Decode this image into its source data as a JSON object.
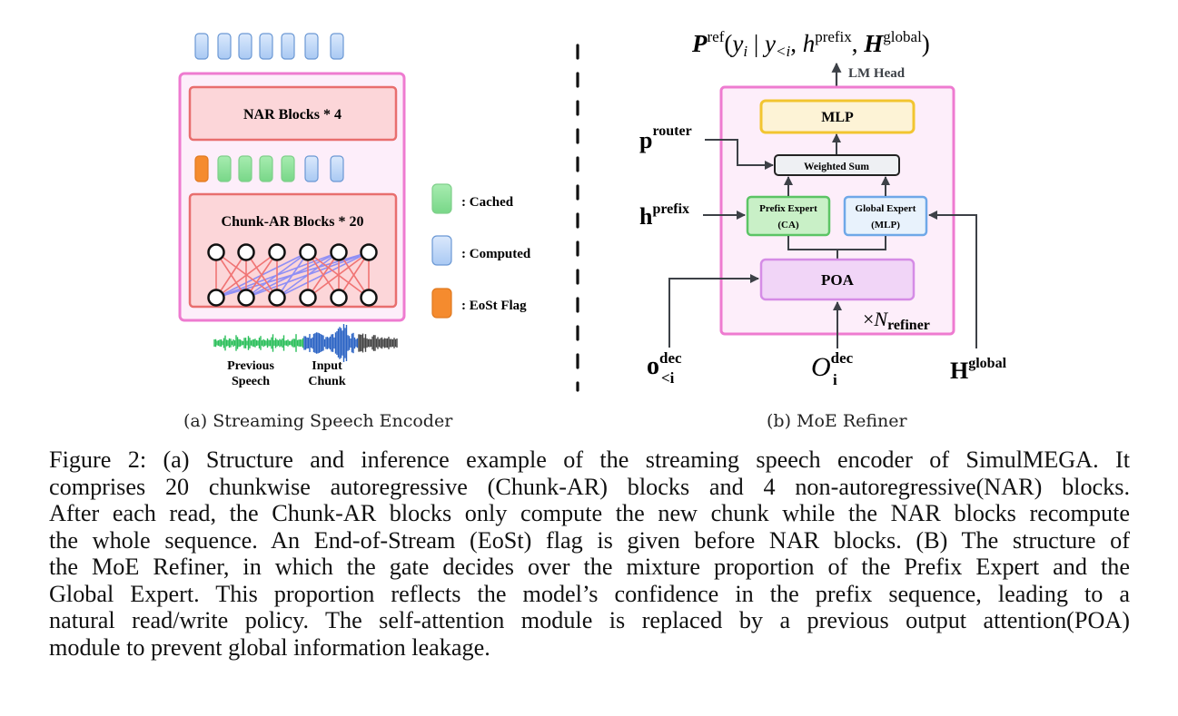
{
  "figure": {
    "panel_a": {
      "nar_block_label": "NAR Blocks * 4",
      "chunk_ar_block_label": "Chunk-AR Blocks * 20",
      "output_tokens": [
        "computed",
        "computed",
        "computed",
        "computed",
        "computed",
        "computed",
        "computed"
      ],
      "middle_tokens": [
        "eost",
        "cached",
        "cached",
        "cached",
        "cached",
        "computed",
        "computed"
      ],
      "legend": [
        {
          "key": "cached",
          "label": ": Cached",
          "color": "#8fe39b"
        },
        {
          "key": "computed",
          "label": ": Computed",
          "color": "#c7defa"
        },
        {
          "key": "eost",
          "label": ": EoSt Flag",
          "color": "#f58b2e"
        }
      ],
      "waveform_labels": {
        "previous": [
          "Previous",
          "Speech"
        ],
        "input": [
          "Input",
          "Chunk"
        ]
      },
      "subcaption": "(a) Streaming Speech Encoder"
    },
    "panel_b": {
      "output_formula": {
        "P": "P",
        "sup_ref": "ref",
        "open": "(",
        "yi": "y",
        "i": "i",
        "bar": " | ",
        "y2": "y",
        "lt_i": "<i",
        ",": ", ",
        "h": "h",
        "sup_prefix": "prefix",
        "H": "H",
        "sup_global": "global",
        "close": ")"
      },
      "lm_head_label": "LM Head",
      "mlp_label": "MLP",
      "weighted_sum_label": "Weighted Sum",
      "prefix_expert_label": [
        "Prefix Expert",
        "(CA)"
      ],
      "global_expert_label": [
        "Global Expert",
        "(MLP)"
      ],
      "poa_label": "POA",
      "repeat_label": {
        "times": "×",
        "N": "N",
        "sub": "refiner"
      },
      "inputs": {
        "p_router": {
          "base": "p",
          "sup": "router"
        },
        "h_prefix": {
          "base": "h",
          "sup": "prefix"
        },
        "o_dec_prev": {
          "base": "o",
          "sup": "dec",
          "sub": "<i"
        },
        "o_dec_i": {
          "base": "O",
          "sup": "dec",
          "sub": "i"
        },
        "h_global": {
          "base": "H",
          "sup": "global"
        }
      },
      "subcaption": "(b) MoE Refiner"
    },
    "caption_lines": [
      "Figure 2: (a) Structure and inference example of the streaming speech encoder of SimulMEGA. It",
      "comprises 20 chunkwise autoregressive (Chunk-AR) blocks and 4 non-autoregressive(NAR) blocks.",
      "After each read, the Chunk-AR blocks only compute the new chunk while the NAR blocks recompute",
      "the whole sequence. An End-of-Stream (EoSt) flag is given before NAR blocks. (B) The structure of",
      "the MoE Refiner, in which the gate decides over the mixture proportion of the Prefix Expert and the",
      "Global Expert. This proportion reflects the model’s confidence in the prefix sequence, leading to a",
      "natural read/write policy. The self-attention module is replaced by a previous output attention(POA)",
      "module to prevent global information leakage."
    ],
    "colors": {
      "pink_border": "#ee7bd0",
      "pink_fill": "#fdeefa",
      "block_border": "#e86e6e",
      "block_fill": "#fcd6d9",
      "cached": "#8fe39b",
      "computed": "#c7defa",
      "eost": "#f58b2e",
      "mlp_border": "#f2c530",
      "mlp_fill": "#fdf3d6",
      "prefix_border": "#5cc465",
      "prefix_fill": "#c9f0c7",
      "global_border": "#6fa8e8",
      "global_fill": "#e8f2fc",
      "poa_border": "#d58ce6",
      "poa_fill": "#f1d5f7",
      "arrow": "#3d4147"
    }
  }
}
